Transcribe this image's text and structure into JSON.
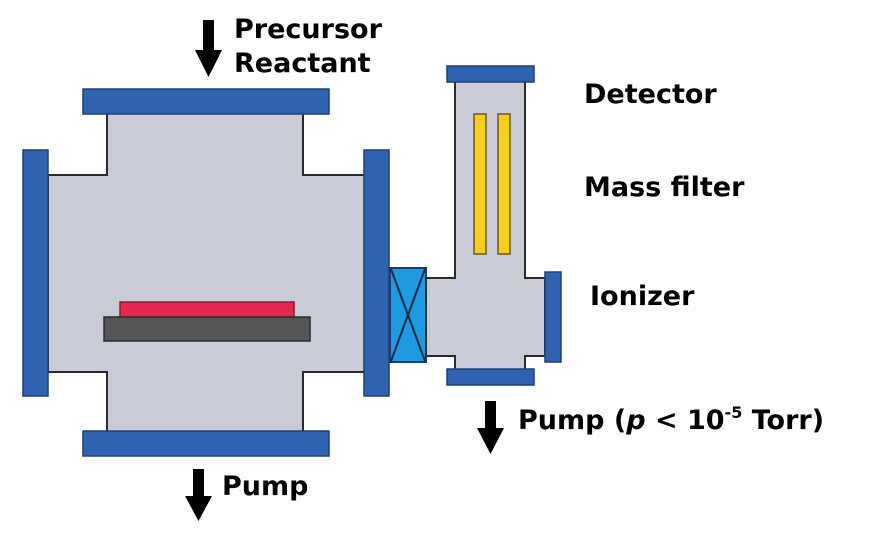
{
  "labels": {
    "precursor": "Precursor",
    "reactant": "Reactant",
    "detector": "Detector",
    "mass_filter": "Mass filter",
    "ionizer": "Ionizer",
    "pump_main": "Pump",
    "pump_qms": {
      "prefix": "Pump (",
      "p": "p",
      "lt": " < 10",
      "exp": "-5",
      "suffix": " Torr)"
    }
  },
  "colors": {
    "chamber_fill": "#c9ccd6",
    "chamber_stroke": "#2a2a2a",
    "flange": "#2f63b0",
    "flange_stroke": "#1f3f78",
    "substrate": "#e5284f",
    "holder": "#555558",
    "valve": "#1e9be0",
    "rods": "#f5cf1b",
    "arrow": "#000000"
  }
}
